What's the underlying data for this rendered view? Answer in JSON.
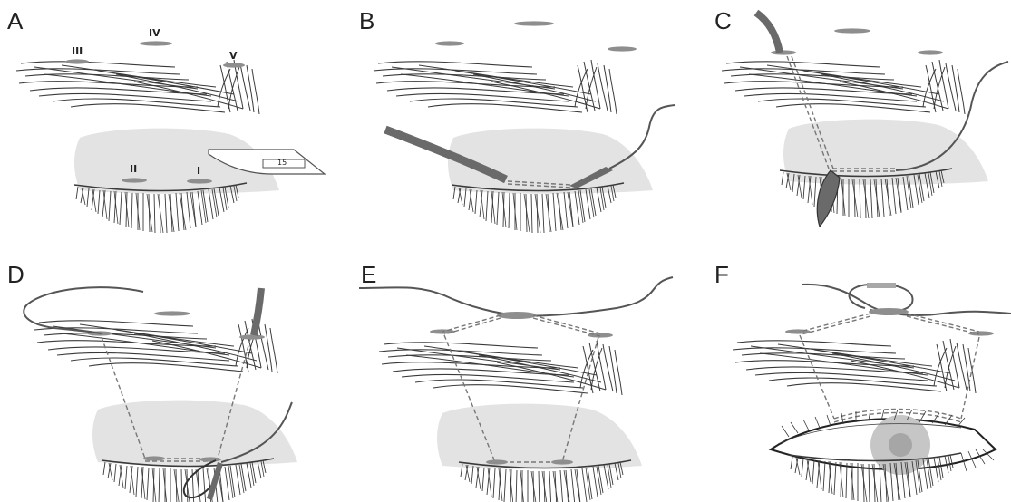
{
  "panels": [
    {
      "id": "A",
      "label": "A"
    },
    {
      "id": "B",
      "label": "B"
    },
    {
      "id": "C",
      "label": "C"
    },
    {
      "id": "D",
      "label": "D"
    },
    {
      "id": "E",
      "label": "E"
    },
    {
      "id": "F",
      "label": "F"
    }
  ],
  "panel_a": {
    "points": {
      "i": "I",
      "ii": "II",
      "iii": "III",
      "iv": "IV",
      "v": "V"
    },
    "blade_number": "15"
  },
  "colors": {
    "lid_shade": "#e3e3e3",
    "lash": "#3a3a3a",
    "marker": "#8e8e8e",
    "tube": "#6a6a6a",
    "dash": "#777777",
    "iris": "#c6c6c6",
    "pupil": "#a6a6a6"
  }
}
